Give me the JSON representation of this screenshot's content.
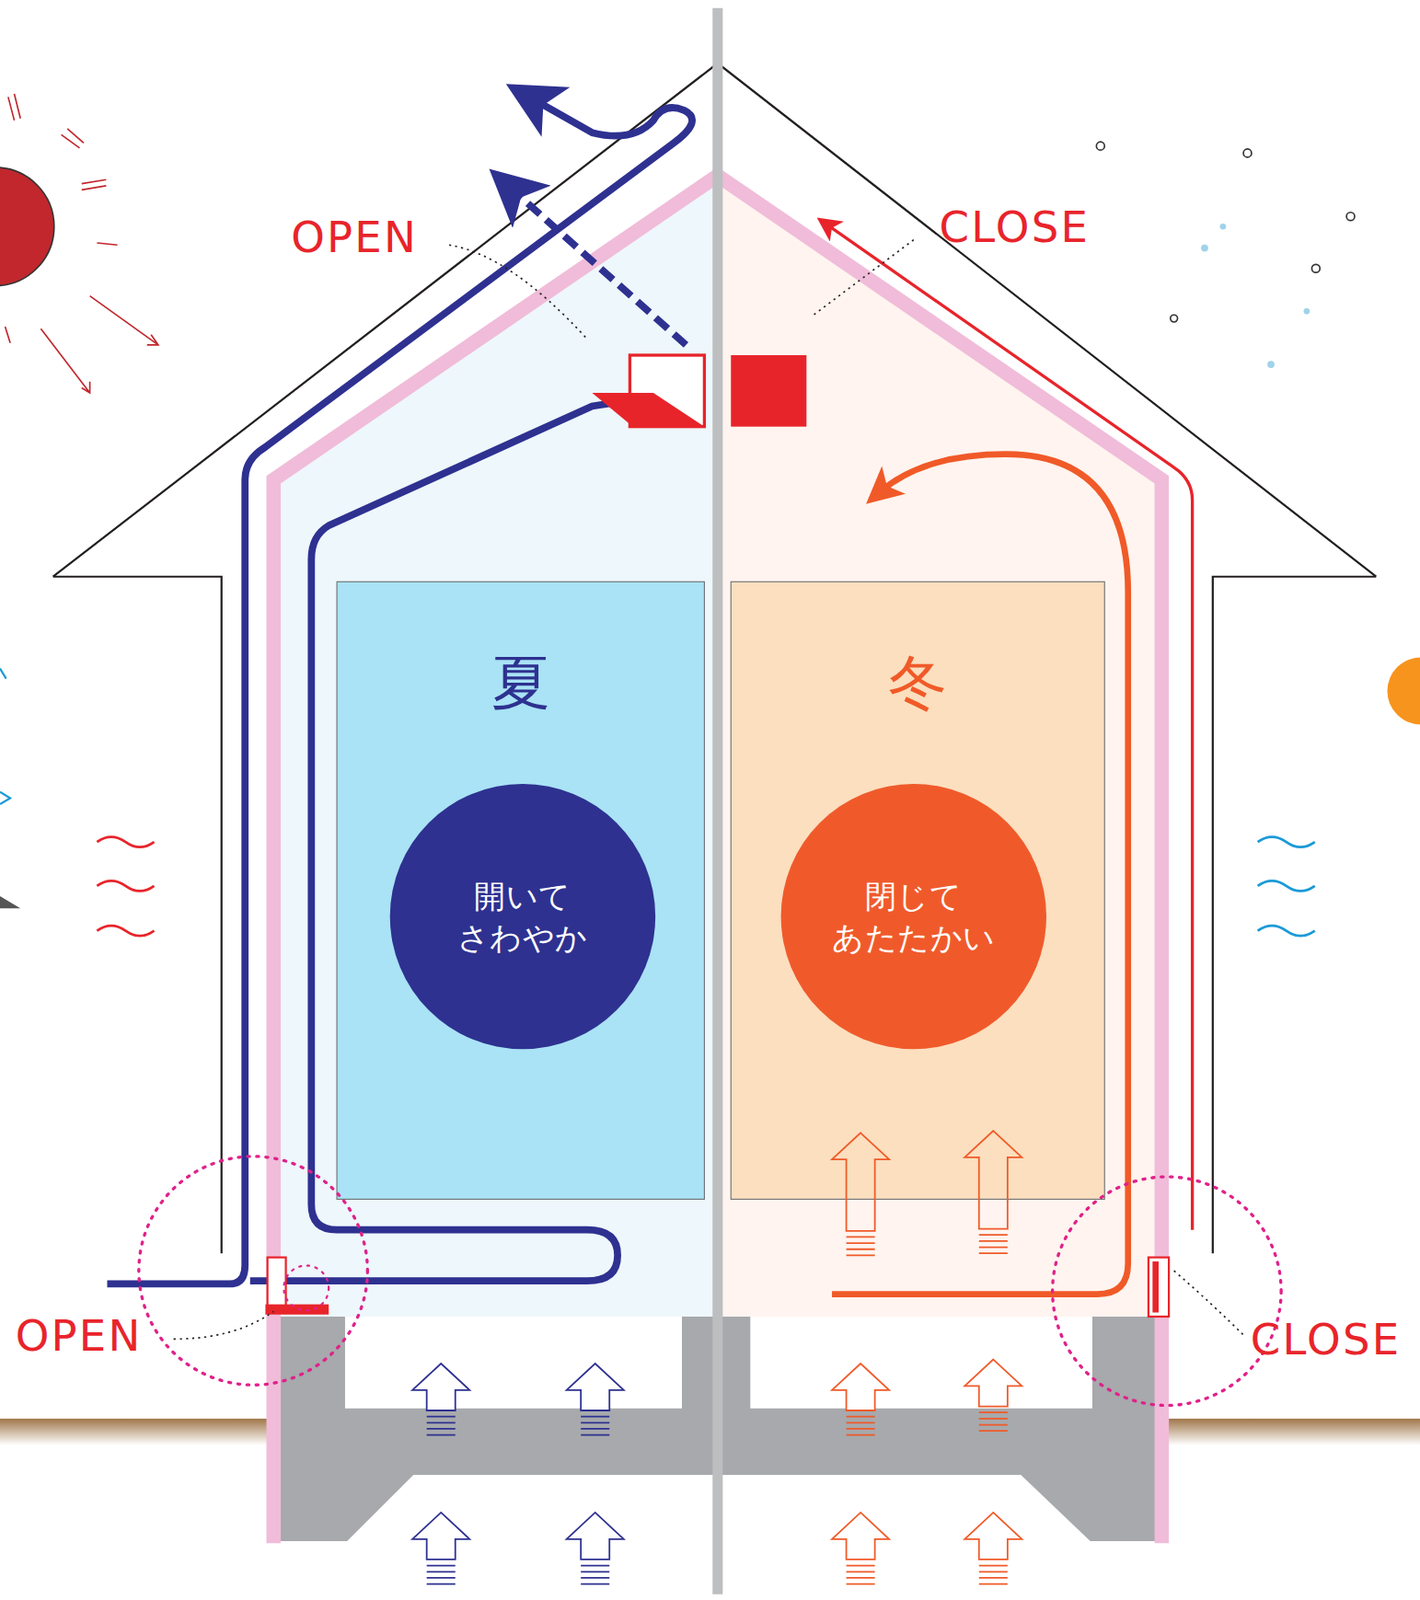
{
  "diagram": {
    "nodes": [
      {
        "text": [
          "夏"
        ]
      },
      {
        "text": [
          "開いて さわやか"
        ],
        "in": 0
      },
      {
        "text": [
          "冬"
        ]
      },
      {
        "text": [
          "閉じて あたたかい"
        ],
        "in": 2
      }
    ],
    "labels": [
      "OPEN",
      "CLOSE",
      "OPEN",
      "CLOSE"
    ]
  }
}
